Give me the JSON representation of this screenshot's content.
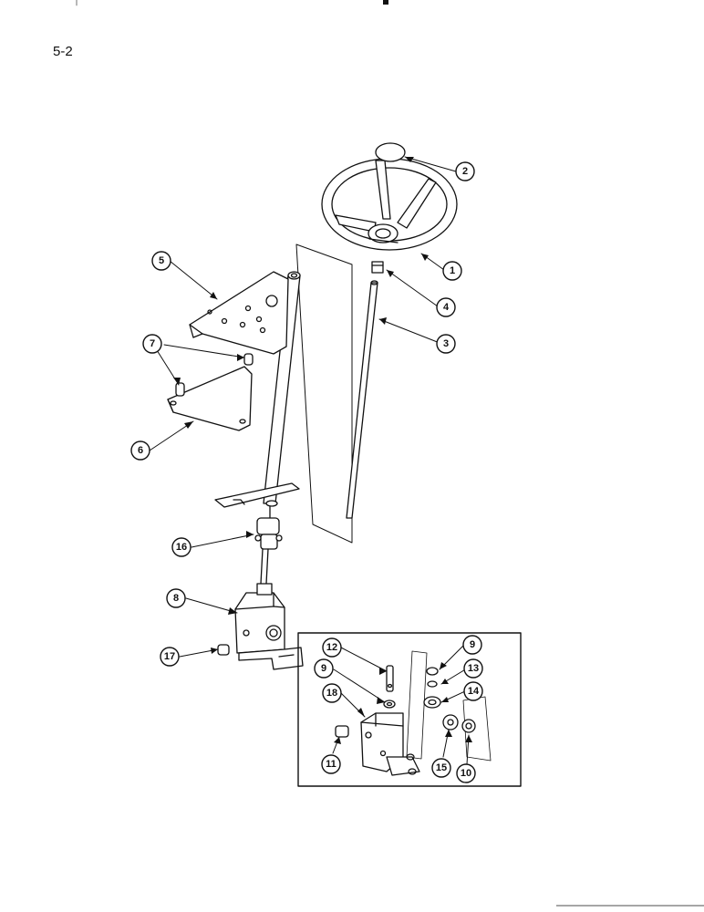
{
  "page_number": "5-2",
  "callouts": {
    "c1": "1",
    "c2": "2",
    "c3": "3",
    "c4": "4",
    "c5": "5",
    "c6": "6",
    "c7": "7",
    "c8": "8",
    "c9a": "9",
    "c9b": "9",
    "c10": "10",
    "c11": "11",
    "c12": "12",
    "c13": "13",
    "c14": "14",
    "c15": "15",
    "c16": "16",
    "c17": "17",
    "c18": "18"
  }
}
